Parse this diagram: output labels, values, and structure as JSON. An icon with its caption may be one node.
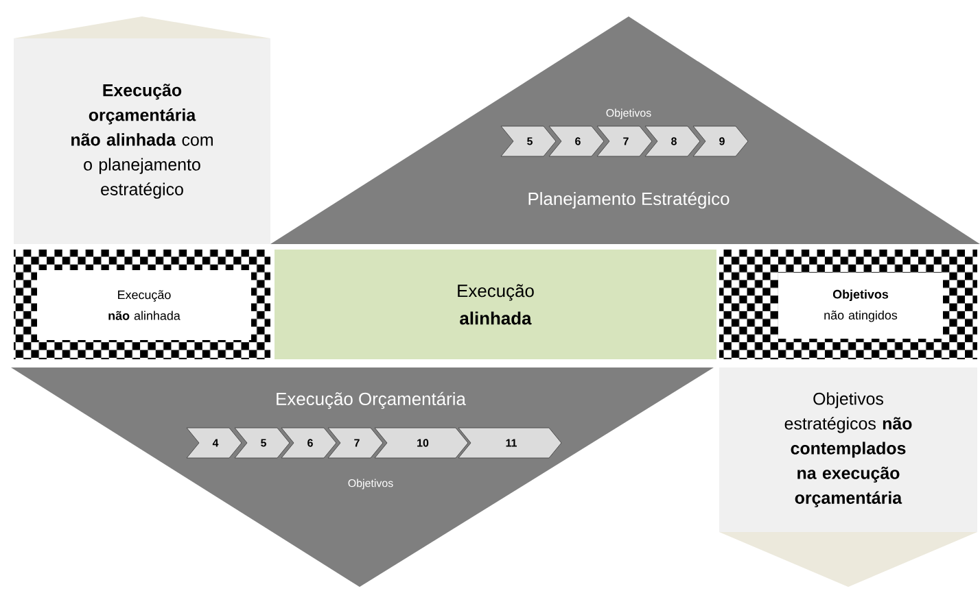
{
  "diagram": {
    "nodes": [
      {
        "text": [
          "**Execução orçamentária não alinhada** com o planejamento estratégico"
        ]
      },
      {
        "text": [
          "Objetivos",
          "Planejamento  Estratégico"
        ]
      },
      {
        "text": [
          "5"
        ],
        "in": 1
      },
      {
        "text": [
          "6"
        ],
        "in": 1
      },
      {
        "text": [
          "7"
        ],
        "in": 1
      },
      {
        "text": [
          "8"
        ],
        "in": 1
      },
      {
        "text": [
          "9"
        ],
        "in": 1
      },
      {
        "text": [
          "Execução **não** alinhada"
        ]
      },
      {
        "text": [
          "Execução **alinhada**"
        ]
      },
      {
        "text": [
          "**Objetivos** não atingidos"
        ]
      },
      {
        "text": [
          "Execução Orçamentária",
          "Objetivos"
        ]
      },
      {
        "text": [
          "4"
        ],
        "in": 10
      },
      {
        "text": [
          "5"
        ],
        "in": 10
      },
      {
        "text": [
          "6"
        ],
        "in": 10
      },
      {
        "text": [
          "7"
        ],
        "in": 10
      },
      {
        "text": [
          "10"
        ],
        "in": 10
      },
      {
        "text": [
          "11"
        ],
        "in": 10
      },
      {
        "text": [
          "Objetivos estratégicos **não contemplados na execução orçamentária**"
        ]
      }
    ]
  }
}
